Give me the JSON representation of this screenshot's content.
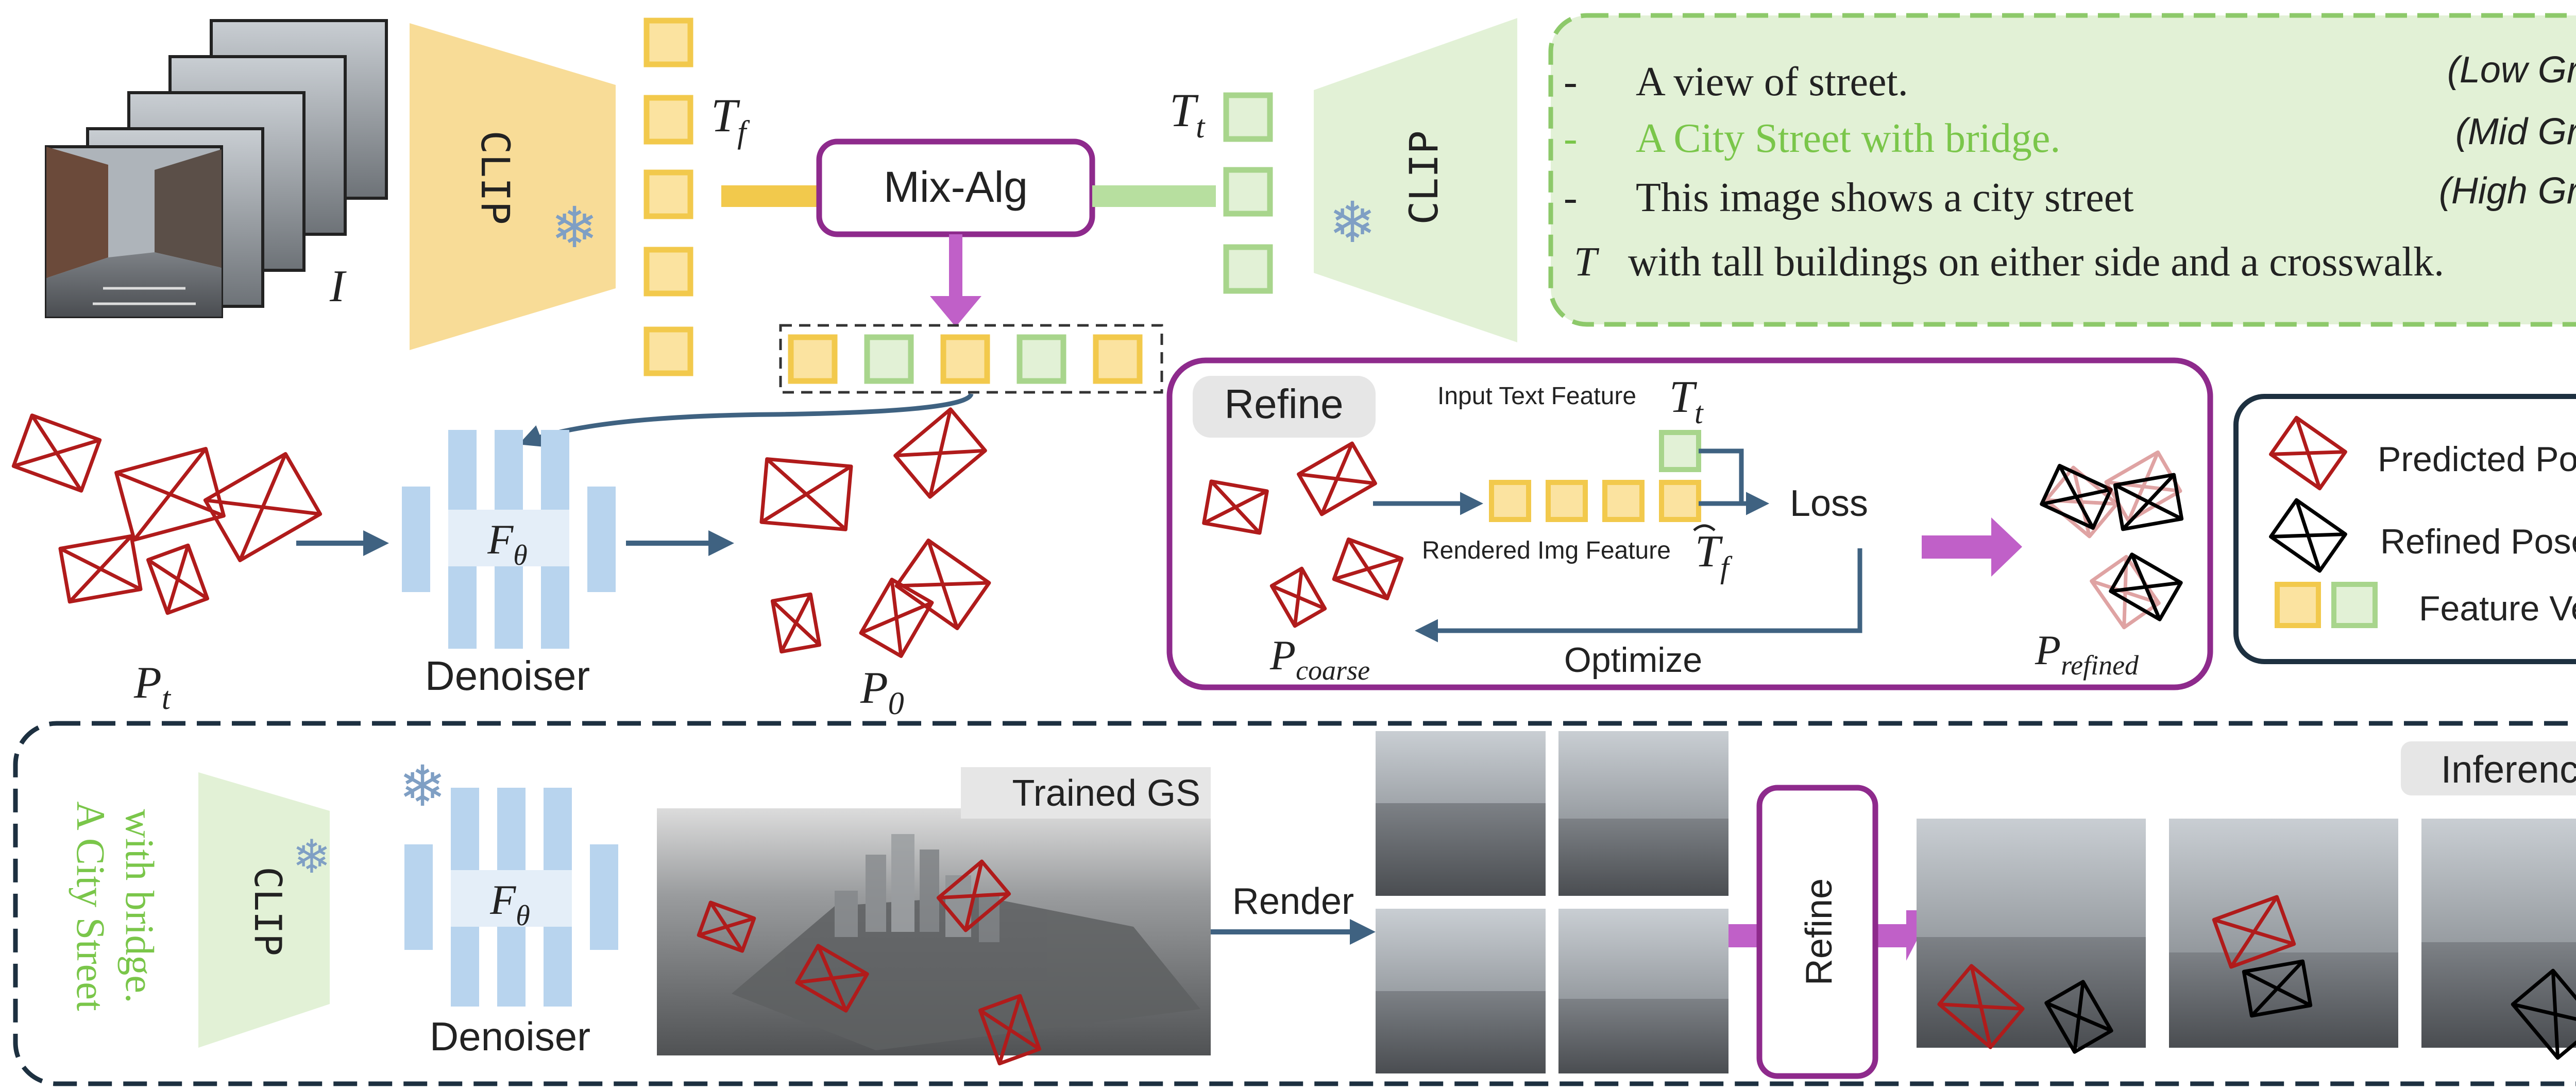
{
  "colors": {
    "red_pose": "#b01b1b",
    "black_pose": "#000000",
    "yellow": "#f2c94c",
    "yellow_fill": "#fbe3a0",
    "green": "#a8d58c",
    "green_fill": "#e2f1d6",
    "purple": "#8e2a8c",
    "magenta_arrow": "#c060c8",
    "blue_arrow": "#3f6281",
    "green_text": "#7ac64a",
    "dark_navy": "#1d3040",
    "light_blue_bar": "#b8d4ee"
  },
  "top": {
    "image_label": "I",
    "clip_left": "CLIP",
    "tf_label": "T",
    "tf_sub": "f",
    "mixalg": "Mix-Alg",
    "tt_label": "T",
    "tt_sub": "t",
    "clip_right": "CLIP",
    "prompt_box": {
      "lines": [
        {
          "dash": "-",
          "text": "A view of street.",
          "tag": "(Low Granu)"
        },
        {
          "dash": "-",
          "text": "A City Street with bridge.",
          "tag": "(Mid Granu)"
        },
        {
          "dash": "-",
          "text": "This image shows a city street",
          "tag": "(High Granu)"
        },
        {
          "dash": "T",
          "text": "with tall buildings on either side and a crosswalk.",
          "tag": ""
        }
      ]
    }
  },
  "middle": {
    "pt_label": "P",
    "pt_sub": "t",
    "f_theta": "F",
    "f_theta_sub": "θ",
    "denoiser": "Denoiser",
    "p0_label": "P",
    "p0_sub": "0"
  },
  "refine_box": {
    "title": "Refine",
    "input_text_feature": "Input Text Feature",
    "tt_label": "T",
    "tt_sub": "t",
    "loss": "Loss",
    "rendered_img_feature": "Rendered Img Feature",
    "tf_label": "T",
    "tf_sub": "f",
    "p_coarse": "P",
    "p_coarse_sub": "coarse",
    "optimize": "Optimize",
    "p_refined": "P",
    "p_refined_sub": "refined"
  },
  "legend": {
    "predicted": "Predicted Pose",
    "refined": "Refined Pose",
    "feature": "Feature Vec"
  },
  "bottom": {
    "prompt_line1": "A City Street",
    "prompt_line2": "with bridge.",
    "clip": "CLIP",
    "f_theta": "F",
    "f_theta_sub": "θ",
    "denoiser": "Denoiser",
    "trained_gs": "Trained GS",
    "render": "Render",
    "refine": "Refine",
    "inference": "Inference"
  }
}
